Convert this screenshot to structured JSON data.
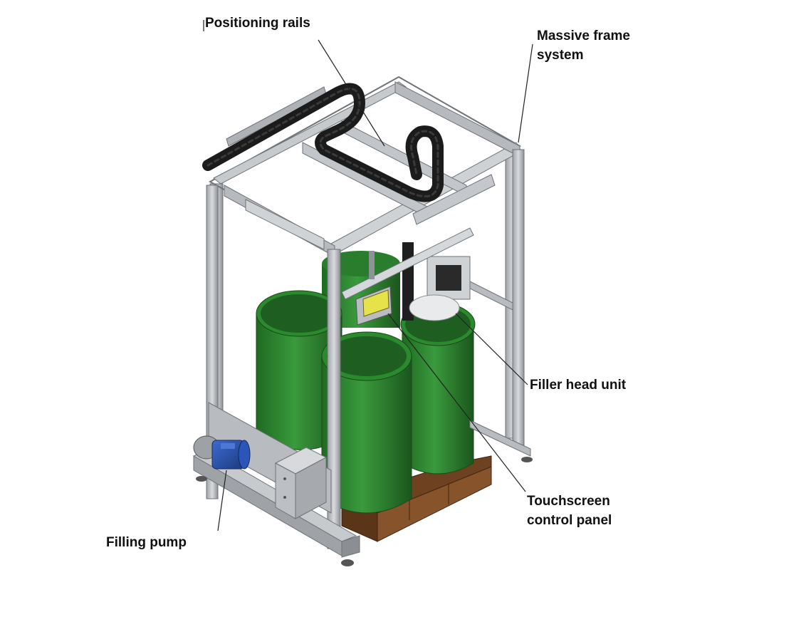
{
  "callouts": {
    "positioning_rails": "Positioning rails",
    "massive_frame_line1": "Massive frame",
    "massive_frame_line2": "system",
    "filler_head_unit": "Filler head unit",
    "touchscreen_line1": "Touchscreen",
    "touchscreen_line2": "control panel",
    "filling_pump": "Filling pump"
  },
  "colors": {
    "frame_steel": "#bfc2c6",
    "frame_edge": "#6f7378",
    "barrel_green": "#2f8a32",
    "barrel_dark": "#1d5e20",
    "cable_chain": "#1b1b1b",
    "pallet_wood": "#7a4a24",
    "pump_motor": "#2a4fa8",
    "screen_yellow": "#e6e24a"
  }
}
